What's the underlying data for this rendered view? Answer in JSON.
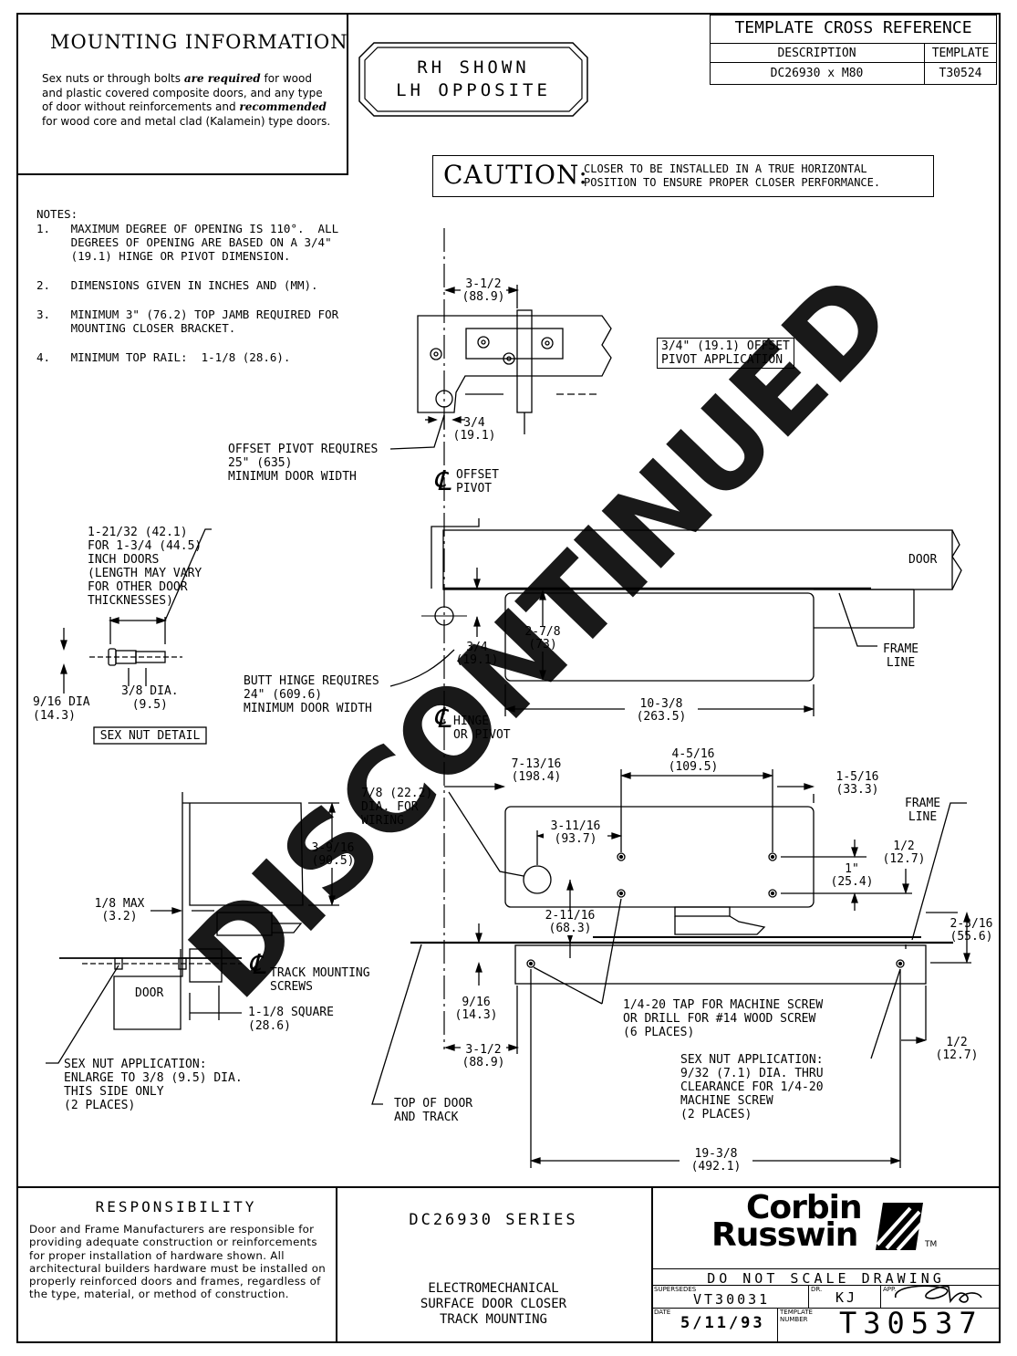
{
  "mounting": {
    "title": "MOUNTING INFORMATION",
    "text_1": "Sex nuts or through bolts ",
    "text_2": "are required",
    "text_3": "for wood and plastic covered composite doors, and any type of door without reinforcements and ",
    "text_4": "recommended",
    "text_5": " for wood core and metal clad (Kalamein) type doors."
  },
  "hand": {
    "line1": "RH SHOWN",
    "line2": "LH OPPOSITE"
  },
  "cross_ref": {
    "title": "TEMPLATE CROSS REFERENCE",
    "col1": "DESCRIPTION",
    "col2": "TEMPLATE",
    "row_desc": "DC26930 x M80",
    "row_tmpl": "T30524"
  },
  "caution": {
    "label": "CAUTION:",
    "text": "CLOSER TO BE INSTALLED IN A TRUE HORIZONTAL\nPOSITION TO ENSURE PROPER CLOSER PERFORMANCE."
  },
  "notes": {
    "heading": "NOTES:",
    "items": [
      "1.   MAXIMUM DEGREE OF OPENING IS 110°.  ALL\n     DEGREES OF OPENING ARE BASED ON A 3/4\"\n     (19.1) HINGE OR PIVOT DIMENSION.",
      "2.   DIMENSIONS GIVEN IN INCHES AND (MM).",
      "3.   MINIMUM 3\" (76.2) TOP JAMB REQUIRED FOR\n     MOUNTING CLOSER BRACKET.",
      "4.   MINIMUM TOP RAIL:  1-1/8 (28.6)."
    ]
  },
  "watermark": "DISCONTINUED",
  "labels": {
    "offset_pivot_app": "3/4\" (19.1) OFFSET\nPIVOT APPLICATION",
    "offset_pivot_req": "OFFSET PIVOT REQUIRES\n25\" (635)\nMINIMUM DOOR WIDTH",
    "cl_offset_pivot": "OFFSET\nPIVOT",
    "door": "DOOR",
    "frame_line_top": "FRAME\nLINE",
    "butt_hinge": "BUTT HINGE REQUIRES\n24\" (609.6)\nMINIMUM DOOR WIDTH",
    "cl_hinge": "HINGE\nOR PIVOT",
    "sex_nut_len": "1-21/32 (42.1)\nFOR 1-3/4 (44.5)\nINCH DOORS\n(LENGTH MAY VARY\nFOR OTHER DOOR\nTHICKNESSES)",
    "nut_dia_916": "9/16 DIA\n(14.3)",
    "nut_dia_38": "3/8 DIA.\n(9.5)",
    "sex_nut_detail": "SEX NUT DETAIL",
    "wiring": "7/8 (22.2)\nDIA. FOR\nWIRING",
    "frame_line_mid": "FRAME\nLINE",
    "track_screws": "TRACK MOUNTING\nSCREWS",
    "door_section": "DOOR",
    "square": "1-1/8 SQUARE\n(28.6)",
    "sex_nut_app_left": "SEX NUT APPLICATION:\nENLARGE TO 3/8 (9.5) DIA.\nTHIS SIDE ONLY\n(2 PLACES)",
    "top_of_door": "TOP OF DOOR\nAND TRACK",
    "tap": "1/4-20 TAP FOR MACHINE SCREW\nOR DRILL FOR #14 WOOD SCREW\n(6 PLACES)",
    "sex_nut_app_right": "SEX NUT APPLICATION:\n9/32 (7.1) DIA. THRU\nCLEARANCE FOR 1/4-20\nMACHINE SCREW\n(2 PLACES)",
    "cl_symbol": "℄"
  },
  "dims": {
    "d_3_12_top": "3-1/2\n(88.9)",
    "d_34_top": "3/4\n(19.1)",
    "d_278": "2-7/8\n(73)",
    "d_34_mid": "3/4\n(19.1)",
    "d_1038": "10-3/8\n(263.5)",
    "d_71316": "7-13/16\n(198.4)",
    "d_4516": "4-5/16\n(109.5)",
    "d_1516": "1-5/16\n(33.3)",
    "d_31116": "3-11/16\n(93.7)",
    "d_12_a": "1/2\n(12.7)",
    "d_1in": "1\"\n(25.4)",
    "d_21116": "2-11/16\n(68.3)",
    "d_2316": "2-3/16\n(55.6)",
    "d_3916": "3-9/16\n(90.5)",
    "d_18max": "1/8 MAX\n(3.2)",
    "d_916": "9/16\n(14.3)",
    "d_3_12_bot": "3-1/2\n(88.9)",
    "d_12_b": "1/2\n(12.7)",
    "d_1938": "19-3/8\n(492.1)"
  },
  "responsibility": {
    "title": "RESPONSIBILITY",
    "text": "Door and Frame Manufacturers are responsible for providing adequate construction or reinforcements for proper installation of hardware shown. All architectural builders hardware must be installed on properly reinforced doors and frames, regardless of the type, material, or method of construction."
  },
  "series": {
    "title": "DC26930 SERIES",
    "desc": "ELECTROMECHANICAL\nSURFACE DOOR CLOSER\nTRACK MOUNTING"
  },
  "brand": {
    "line1": "Corbin",
    "line2": "Russwin",
    "tm": "TM"
  },
  "title_block": {
    "do_not_scale": "DO NOT SCALE DRAWING",
    "supersedes_label": "SUPERSEDES",
    "supersedes": "VT30031",
    "dr_label": "DR.",
    "dr": "KJ",
    "app_label": "APP.",
    "date_label": "DATE",
    "date": "5/11/93",
    "template_label": "TEMPLATE\nNUMBER",
    "template": "T30537"
  }
}
